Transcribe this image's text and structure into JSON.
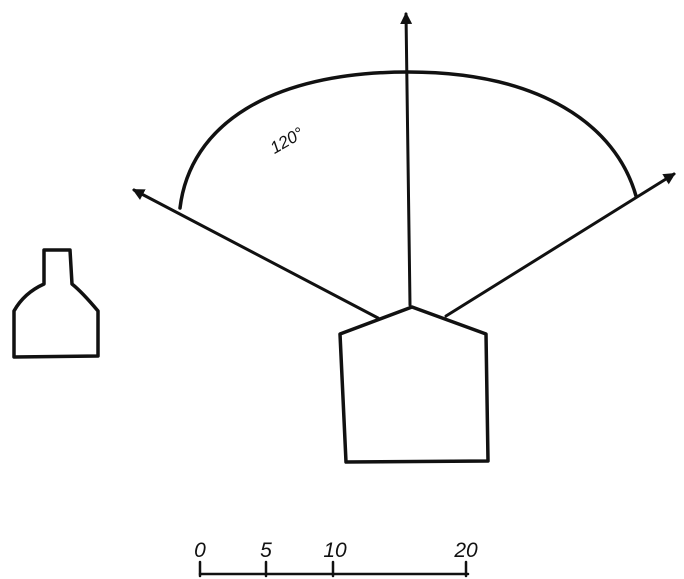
{
  "diagram": {
    "angle_label": "120°",
    "scale": {
      "ticks": [
        "0",
        "5",
        "10",
        "20"
      ]
    }
  },
  "colors": {
    "ink": "#111111",
    "background": "#ffffff"
  }
}
